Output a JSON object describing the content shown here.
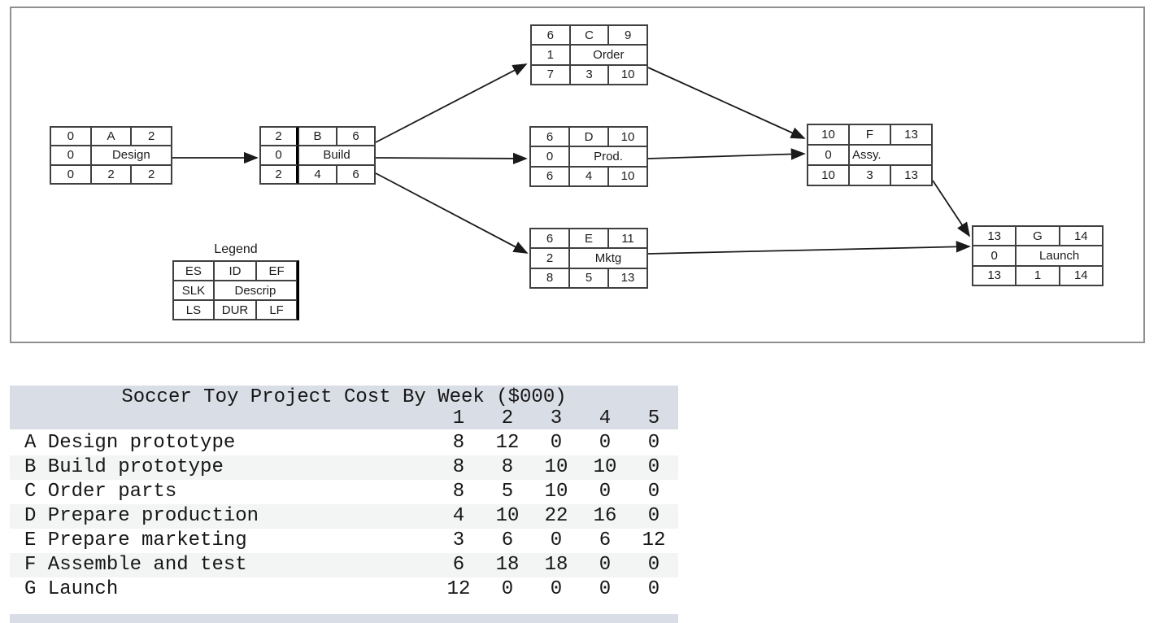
{
  "diagram": {
    "legend": {
      "title": "Legend",
      "es": "ES",
      "id": "ID",
      "ef": "EF",
      "slk": "SLK",
      "desc": "Descrip",
      "ls": "LS",
      "dur": "DUR",
      "lf": "LF"
    },
    "nodes": [
      {
        "key": "A",
        "es": "0",
        "id": "A",
        "ef": "2",
        "slk": "0",
        "desc": "Design",
        "ls": "0",
        "dur": "2",
        "lf": "2"
      },
      {
        "key": "B",
        "es": "2",
        "id": "B",
        "ef": "6",
        "slk": "0",
        "desc": "Build",
        "ls": "2",
        "dur": "4",
        "lf": "6"
      },
      {
        "key": "C",
        "es": "6",
        "id": "C",
        "ef": "9",
        "slk": "1",
        "desc": "Order",
        "ls": "7",
        "dur": "3",
        "lf": "10"
      },
      {
        "key": "D",
        "es": "6",
        "id": "D",
        "ef": "10",
        "slk": "0",
        "desc": "Prod.",
        "ls": "6",
        "dur": "4",
        "lf": "10"
      },
      {
        "key": "E",
        "es": "6",
        "id": "E",
        "ef": "11",
        "slk": "2",
        "desc": "Mktg",
        "ls": "8",
        "dur": "5",
        "lf": "13"
      },
      {
        "key": "F",
        "es": "10",
        "id": "F",
        "ef": "13",
        "slk": "0",
        "desc": "Assy.",
        "ls": "10",
        "dur": "3",
        "lf": "13"
      },
      {
        "key": "G",
        "es": "13",
        "id": "G",
        "ef": "14",
        "slk": "0",
        "desc": "Launch",
        "ls": "13",
        "dur": "1",
        "lf": "14"
      }
    ],
    "edges": [
      [
        "A",
        "B"
      ],
      [
        "B",
        "C"
      ],
      [
        "B",
        "D"
      ],
      [
        "B",
        "E"
      ],
      [
        "C",
        "F"
      ],
      [
        "D",
        "F"
      ],
      [
        "E",
        "G"
      ],
      [
        "F",
        "G"
      ]
    ]
  },
  "cost_table": {
    "title": "Soccer Toy Project Cost By Week ($000)",
    "week_columns": [
      "1",
      "2",
      "3",
      "4",
      "5"
    ],
    "activities": [
      {
        "id": "A",
        "name": "Design prototype",
        "weeks": [
          8,
          12,
          0,
          0,
          0
        ]
      },
      {
        "id": "B",
        "name": "Build prototype",
        "weeks": [
          8,
          8,
          10,
          10,
          0
        ]
      },
      {
        "id": "C",
        "name": "Order parts",
        "weeks": [
          8,
          5,
          10,
          0,
          0
        ]
      },
      {
        "id": "D",
        "name": "Prepare production",
        "weeks": [
          4,
          10,
          22,
          16,
          0
        ]
      },
      {
        "id": "E",
        "name": "Prepare marketing",
        "weeks": [
          3,
          6,
          0,
          6,
          12
        ]
      },
      {
        "id": "F",
        "name": "Assemble and test",
        "weeks": [
          6,
          18,
          18,
          0,
          0
        ]
      },
      {
        "id": "G",
        "name": "Launch",
        "weeks": [
          12,
          0,
          0,
          0,
          0
        ]
      }
    ]
  },
  "colors": {
    "band": "#d9dee6",
    "stripe": "#f3f4f4",
    "node_border": "#404040",
    "arrow": "#1a1a1a",
    "box_border": "#8f8f8f"
  }
}
